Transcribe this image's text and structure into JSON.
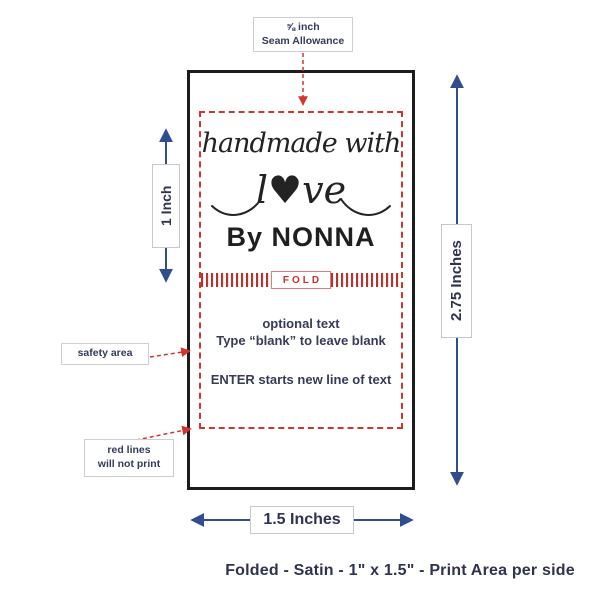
{
  "colors": {
    "measure_blue": "#2F4D8F",
    "line_red": "#D2342E",
    "ink_navy": "#2E3350",
    "artwork_black": "#1F1F1F"
  },
  "seam_note": {
    "line1": "⅝ inch",
    "line2": "Seam Allowance"
  },
  "label": {
    "script_line1": "handmade with",
    "script_line2": "l♥ve",
    "byline": "By NONNA",
    "fold": "FOLD",
    "optional": {
      "line1": "optional text",
      "line2": "Type “blank” to leave blank",
      "line3": "ENTER starts new line of text"
    }
  },
  "measurements": {
    "height_top": "1 Inch",
    "height_full": "2.75 Inches",
    "width": "1.5 Inches"
  },
  "annotations": {
    "safety": "safety area",
    "red_lines_line1": "red lines",
    "red_lines_line2": "will not print"
  },
  "caption": "Folded - Satin - 1\" x 1.5\" - Print Area per side"
}
